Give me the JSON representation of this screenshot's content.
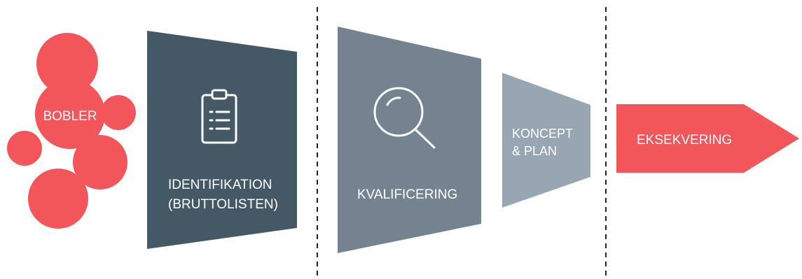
{
  "bubbles": {
    "label": "BOBLER",
    "color": "#f2555a"
  },
  "stages": {
    "identifikation": {
      "line1": "IDENTIFIKATION",
      "line2": "(BRUTTOLISTEN)",
      "color": "#455866",
      "icon": "clipboard-list-icon"
    },
    "kvalificering": {
      "label": "KVALIFICERING",
      "color": "#74838f",
      "icon": "magnifier-icon"
    },
    "koncept": {
      "line1": "KONCEPT",
      "line2": "& PLAN",
      "color": "#97a6b2"
    },
    "eksekvering": {
      "label": "EKSEKVERING",
      "color": "#f2555a",
      "icon": "arrow-shape"
    }
  },
  "dividers": {
    "style": "dashed",
    "color": "#222222"
  }
}
